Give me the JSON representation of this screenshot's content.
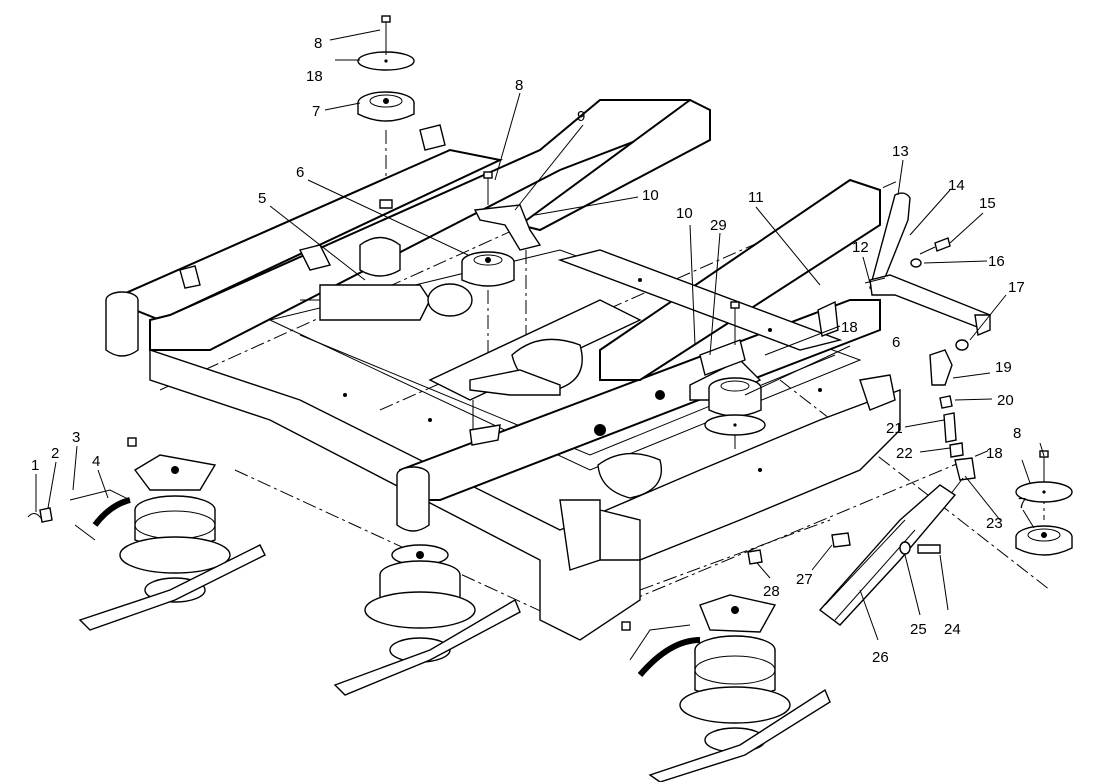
{
  "callouts": [
    {
      "id": "c1",
      "text": "1"
    },
    {
      "id": "c2",
      "text": "2"
    },
    {
      "id": "c3",
      "text": "3"
    },
    {
      "id": "c4",
      "text": "4"
    },
    {
      "id": "c5",
      "text": "5"
    },
    {
      "id": "c6a",
      "text": "6"
    },
    {
      "id": "c6b",
      "text": "6"
    },
    {
      "id": "c7a",
      "text": "7"
    },
    {
      "id": "c7b",
      "text": "7"
    },
    {
      "id": "c8a",
      "text": "8"
    },
    {
      "id": "c8b",
      "text": "8"
    },
    {
      "id": "c8c",
      "text": "8"
    },
    {
      "id": "c9",
      "text": "9"
    },
    {
      "id": "c10a",
      "text": "10"
    },
    {
      "id": "c10b",
      "text": "10"
    },
    {
      "id": "c11",
      "text": "11"
    },
    {
      "id": "c12",
      "text": "12"
    },
    {
      "id": "c13",
      "text": "13"
    },
    {
      "id": "c14",
      "text": "14"
    },
    {
      "id": "c15",
      "text": "15"
    },
    {
      "id": "c16",
      "text": "16"
    },
    {
      "id": "c17",
      "text": "17"
    },
    {
      "id": "c18a",
      "text": "18"
    },
    {
      "id": "c18b",
      "text": "18"
    },
    {
      "id": "c18c",
      "text": "18"
    },
    {
      "id": "c19",
      "text": "19"
    },
    {
      "id": "c20",
      "text": "20"
    },
    {
      "id": "c21",
      "text": "21"
    },
    {
      "id": "c22",
      "text": "22"
    },
    {
      "id": "c23",
      "text": "23"
    },
    {
      "id": "c24",
      "text": "24"
    },
    {
      "id": "c25",
      "text": "25"
    },
    {
      "id": "c26",
      "text": "26"
    },
    {
      "id": "c27",
      "text": "27"
    },
    {
      "id": "c28",
      "text": "28"
    },
    {
      "id": "c29",
      "text": "29"
    }
  ]
}
